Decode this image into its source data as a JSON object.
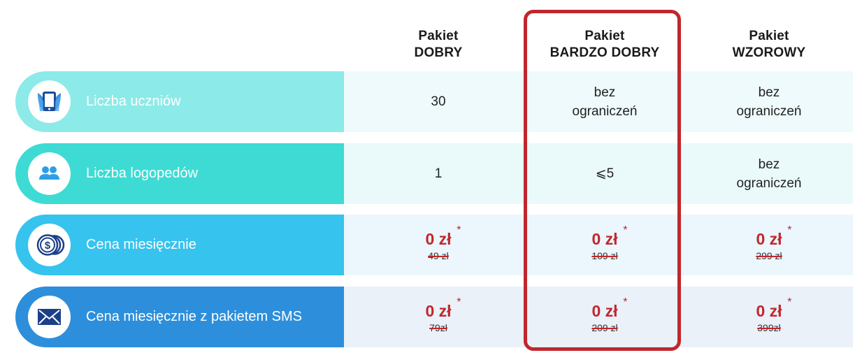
{
  "packages": [
    {
      "line1": "Pakiet",
      "line2": "DOBRY"
    },
    {
      "line1": "Pakiet",
      "line2": "BARDZO DOBRY"
    },
    {
      "line1": "Pakiet",
      "line2": "WZOROWY"
    }
  ],
  "colors": {
    "row1_label": "#8ceae8",
    "row2_label": "#3ddbd4",
    "row3_label": "#36c3ee",
    "row4_label": "#2d8fdb",
    "row1_cells": "#eefafb",
    "row2_cells": "#eafafb",
    "row3_cells": "#ecf6fd",
    "row4_cells": "#eaf1f9",
    "price_red": "#c0272d",
    "highlight_border": "#c0272d"
  },
  "rows": [
    {
      "label": "Liczba uczniów",
      "icon": "tablet-hands-icon",
      "values": [
        {
          "line1": "30",
          "line2": ""
        },
        {
          "line1": "bez",
          "line2": "ograniczeń"
        },
        {
          "line1": "bez",
          "line2": "ograniczeń"
        }
      ]
    },
    {
      "label": "Liczba logopedów",
      "icon": "users-icon",
      "values": [
        {
          "line1": "1",
          "line2": ""
        },
        {
          "line1": "⩽5",
          "line2": ""
        },
        {
          "line1": "bez",
          "line2": "ograniczeń"
        }
      ]
    },
    {
      "label": "Cena miesięcznie",
      "icon": "coins-dollar-icon",
      "prices": [
        {
          "price": "0 zł",
          "star": "*",
          "old": "49 zł"
        },
        {
          "price": "0 zł",
          "star": "*",
          "old": "109 zł"
        },
        {
          "price": "0 zł",
          "star": "*",
          "old": "299 zł"
        }
      ]
    },
    {
      "label": "Cena miesięcznie z pakietem SMS",
      "icon": "envelope-icon",
      "prices": [
        {
          "price": "0 zł",
          "star": "*",
          "old": "79zł"
        },
        {
          "price": "0 zł",
          "star": "*",
          "old": "209 zł"
        },
        {
          "price": "0 zł",
          "star": "*",
          "old": "399zł"
        }
      ]
    }
  ]
}
